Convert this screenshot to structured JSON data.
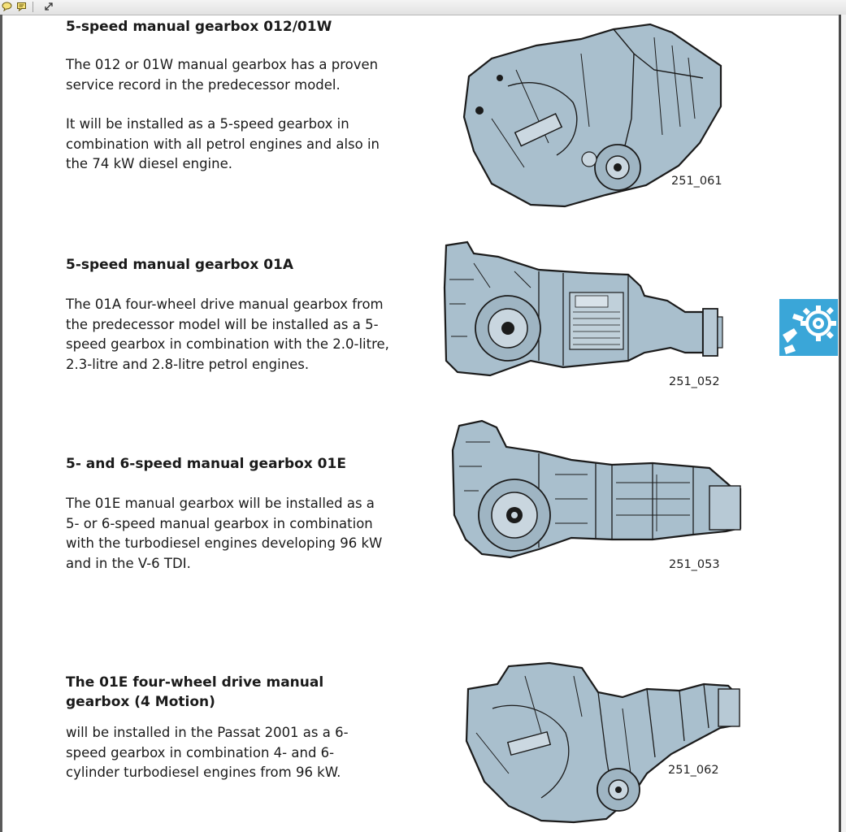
{
  "sections": [
    {
      "heading": "5-speed manual gearbox 012/01W",
      "paragraphs": [
        "The 012 or 01W manual gearbox has a proven service record in the predecessor model.",
        "It will be installed as a 5-speed gearbox in combination with all petrol engines and also in the 74 kW diesel engine."
      ],
      "figure_label": "251_061"
    },
    {
      "heading": "5-speed manual gearbox 01A",
      "paragraphs": [
        "The 01A four-wheel drive manual gearbox from the predecessor model will be installed as a 5-speed gearbox in combination with the 2.0-litre, 2.3-litre and 2.8-litre petrol engines."
      ],
      "figure_label": "251_052"
    },
    {
      "heading": "5- and 6-speed manual gearbox 01E",
      "paragraphs": [
        "The 01E manual gearbox will be installed as a 5- or 6-speed manual gearbox in combination with the turbodiesel engines developing 96 kW and in the V-6 TDI."
      ],
      "figure_label": "251_053"
    },
    {
      "heading": "The 01E four-wheel drive manual gearbox (4 Motion)",
      "paragraphs": [
        "will be installed in the Passat 2001 as a 6-speed gearbox in combination 4- and 6-cylinder turbodiesel engines from 96 kW."
      ],
      "figure_label": "251_062"
    }
  ],
  "icons": {
    "toolbar": [
      "comment-icon",
      "note-icon",
      "expand-icon"
    ],
    "side_tab": "gear-icon"
  },
  "colors": {
    "gearbox_fill": "#a9bfcd",
    "gearbox_stroke": "#1b1b1b",
    "side_tab": "#3aa6d8"
  }
}
